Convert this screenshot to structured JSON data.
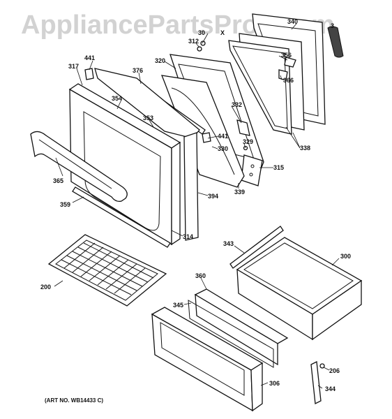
{
  "watermark": "AppliancePartsPros.com",
  "art_number": "(ART NO. WB14433 C)",
  "callouts": {
    "p340": "340",
    "p30x": "30",
    "pX": "X",
    "p312": "312",
    "p441a": "441",
    "p317": "317",
    "p320": "320",
    "p376": "376",
    "p356": "356",
    "p366": "366",
    "p354": "354",
    "p332": "332",
    "p353": "353",
    "p441b": "441",
    "p329": "329",
    "p330": "330",
    "p338": "338",
    "p315": "315",
    "p339": "339",
    "p365": "365",
    "p394": "394",
    "p359": "359",
    "p314": "314",
    "p343": "343",
    "p300": "300",
    "p360": "360",
    "p200": "200",
    "p345": "345",
    "p206": "206",
    "p306": "306",
    "p344": "344",
    "p3tr": "3"
  }
}
